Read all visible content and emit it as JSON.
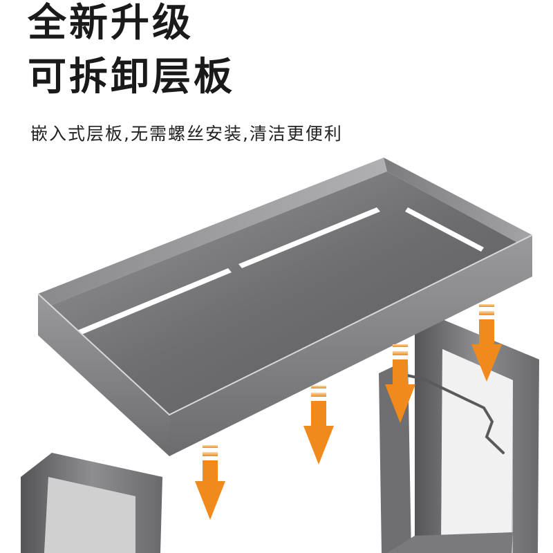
{
  "headline": {
    "line1": "全新升级",
    "line2": "可拆卸层板"
  },
  "subline": "嵌入式层板,无需螺丝安装,清洁更便利",
  "colors": {
    "text": "#1a1a1a",
    "metal_dark": "#5c5c5e",
    "metal_mid": "#8a8a8c",
    "metal_light": "#bdbdbf",
    "arrow": "#f08a1c",
    "arrow_light": "#f7c27e"
  },
  "icons": [
    "down-arrow-icon"
  ]
}
